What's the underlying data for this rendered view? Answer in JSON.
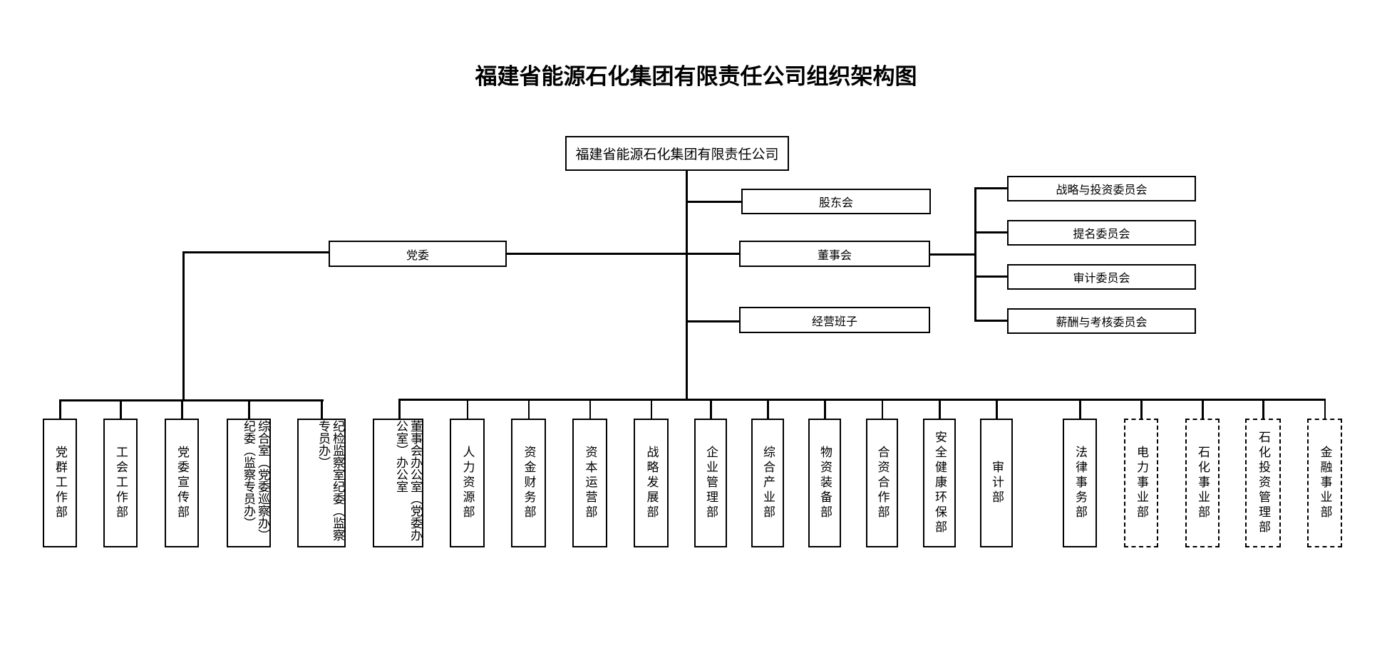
{
  "title": "福建省能源石化集团有限责任公司组织架构图",
  "root": "福建省能源石化集团有限责任公司",
  "middle": {
    "shareholders": "股东会",
    "board": "董事会",
    "management": "经营班子",
    "party": "党委"
  },
  "committees": [
    "战略与投资委员会",
    "提名委员会",
    "审计委员会",
    "薪酬与考核委员会"
  ],
  "party_departments": [
    {
      "label": "党群工作部"
    },
    {
      "label": "工会工作部"
    },
    {
      "label": "党委宣传部"
    },
    {
      "label": "综合室（党委巡察办）纪委（监察专员办）"
    },
    {
      "label": "纪检监察室纪委（监察专员办）"
    }
  ],
  "departments": [
    {
      "label": "董事会办公室（党委办公室）办公室",
      "style": "solid"
    },
    {
      "label": "人力资源部",
      "style": "solid"
    },
    {
      "label": "资金财务部",
      "style": "solid"
    },
    {
      "label": "资本运营部",
      "style": "solid"
    },
    {
      "label": "战略发展部",
      "style": "solid"
    },
    {
      "label": "企业管理部",
      "style": "solid"
    },
    {
      "label": "综合产业部",
      "style": "solid"
    },
    {
      "label": "物资装备部",
      "style": "solid"
    },
    {
      "label": "合资合作部",
      "style": "solid"
    },
    {
      "label": "安全健康环保部",
      "style": "solid"
    },
    {
      "label": "审计部",
      "style": "solid"
    },
    {
      "label": "法律事务部",
      "style": "solid"
    },
    {
      "label": "电力事业部",
      "style": "dashed"
    },
    {
      "label": "石化事业部",
      "style": "dashed"
    },
    {
      "label": "石化投资管理部",
      "style": "dashed"
    },
    {
      "label": "金融事业部",
      "style": "dashed"
    }
  ]
}
